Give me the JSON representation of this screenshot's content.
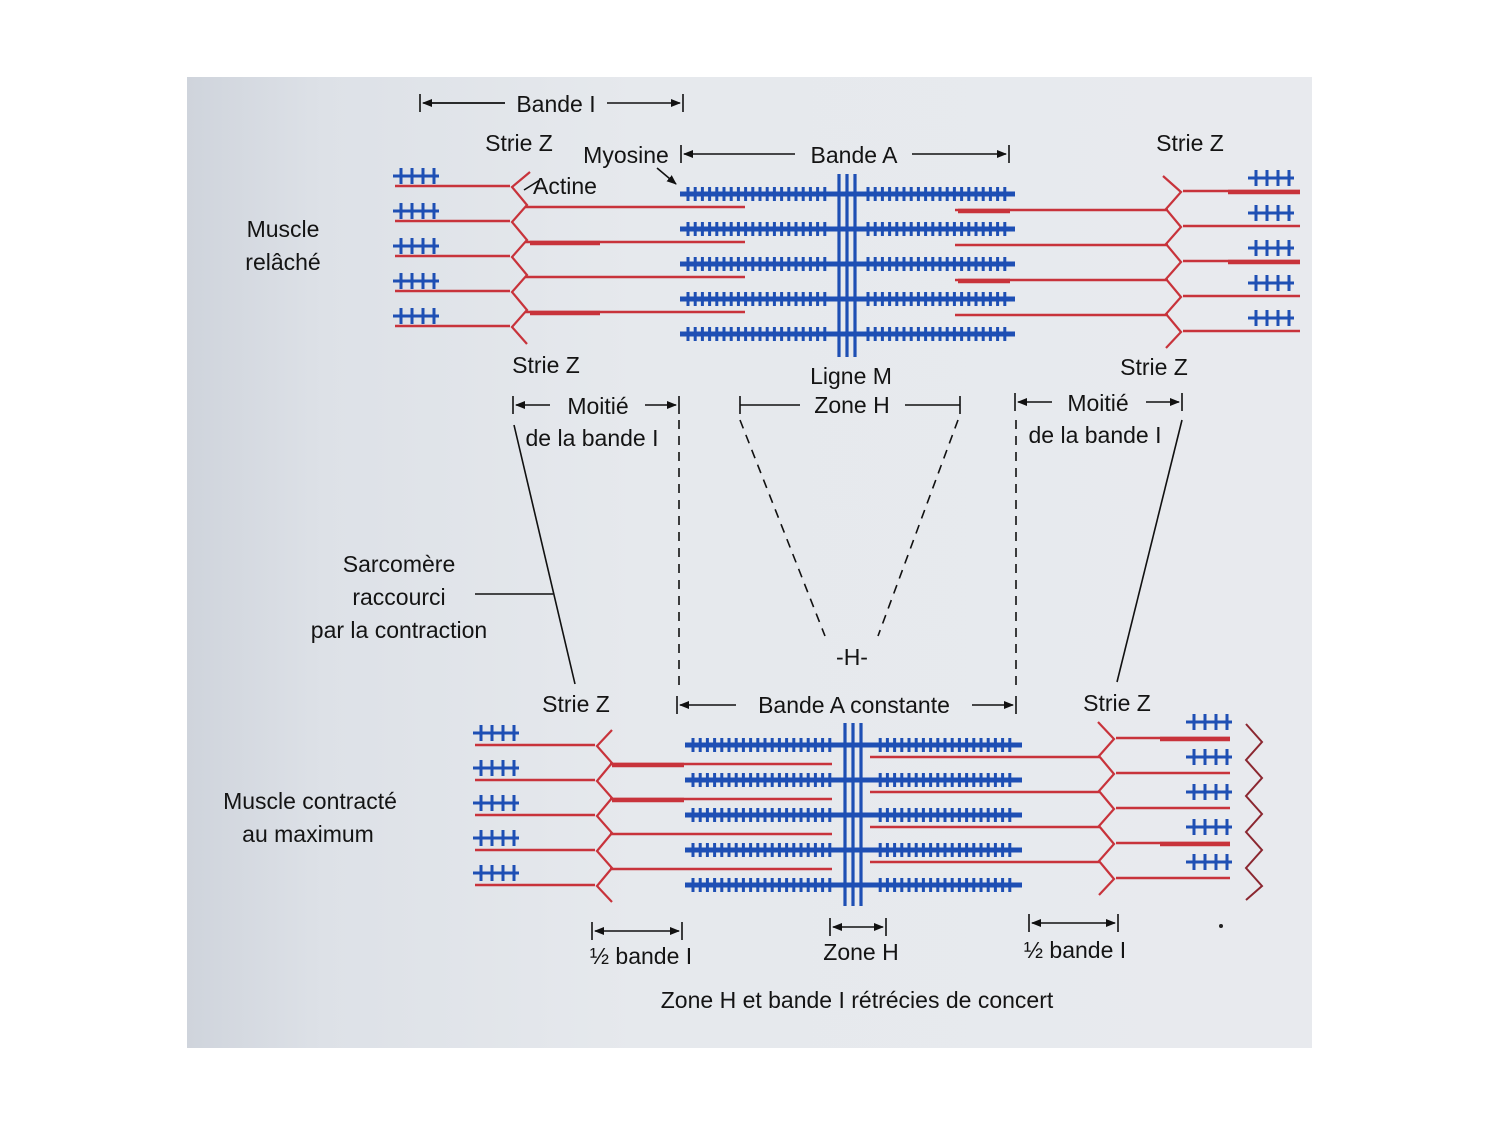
{
  "labels": {
    "bande_i_top": "Bande I",
    "strie_z_top_left": "Strie Z",
    "myosine": "Myosine",
    "actine": "Actine",
    "bande_a_top": "Bande A",
    "strie_z_top_right": "Strie Z",
    "muscle_relache_1": "Muscle",
    "muscle_relache_2": "relâché",
    "strie_z_mid_left": "Strie Z",
    "ligne_m": "Ligne M",
    "strie_z_mid_right": "Strie Z",
    "moitie_left_1": "Moitié",
    "moitie_left_2": "de la bande I",
    "zone_h_top": "Zone H",
    "moitie_right_1": "Moitié",
    "moitie_right_2": "de la bande I",
    "sarcomere_1": "Sarcomère",
    "sarcomere_2": "raccourci",
    "sarcomere_3": "par la contraction",
    "h_mark": "-H-",
    "strie_z_bottom_left": "Strie Z",
    "bande_a_constante": "Bande A constante",
    "strie_z_bottom_right": "Strie Z",
    "muscle_contracte_1": "Muscle contracté",
    "muscle_contracte_2": "au maximum",
    "half_bande_left": "½ bande I",
    "zone_h_bottom": "Zone H",
    "half_bande_right": "½ bande I",
    "caption": "Zone H et bande I rétrécies de concert"
  },
  "colors": {
    "actin": "#c8333b",
    "myosin": "#1e4fb4",
    "text": "#141414",
    "panel_background": "#e6e9ed"
  }
}
